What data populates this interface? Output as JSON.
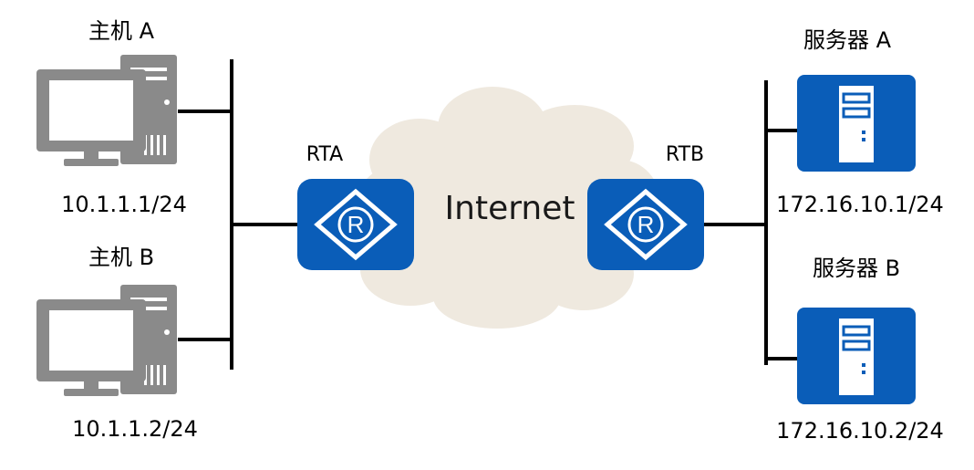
{
  "hosts": [
    {
      "name": "主机 A",
      "ip": "10.1.1.1/24"
    },
    {
      "name": "主机 B",
      "ip": "10.1.1.2/24"
    }
  ],
  "routers": [
    {
      "name": "RTA",
      "glyph": "R"
    },
    {
      "name": "RTB",
      "glyph": "R"
    }
  ],
  "servers": [
    {
      "name": "服务器 A",
      "ip": "172.16.10.1/24"
    },
    {
      "name": "服务器 B",
      "ip": "172.16.10.2/24"
    }
  ],
  "cloud": {
    "label": "Internet"
  },
  "colors": {
    "device_blue": "#0a5db8",
    "pc_gray": "#8a8a8a",
    "cloud": "#efe9df",
    "line": "#000000"
  }
}
